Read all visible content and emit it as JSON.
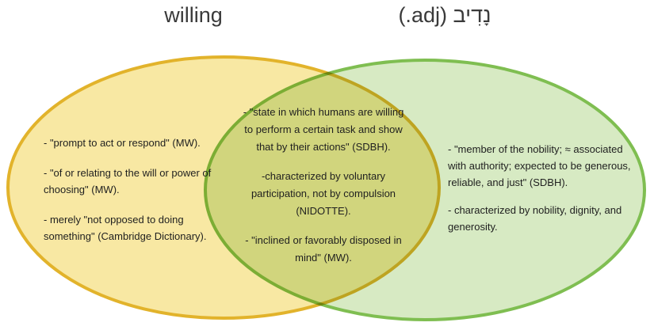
{
  "titles": {
    "left": "willing",
    "right": "נָדִיב (adj.)"
  },
  "left_circle": {
    "items": [
      "- \"prompt to act or respond\" (MW).",
      "- \"of or relating to the will or power of choosing\" (MW).",
      "- merely \"not opposed to doing something\" (Cambridge Dictionary)."
    ]
  },
  "overlap": {
    "items": [
      "- \"state in which humans are willing to perform a certain task and show that by their actions\" (SDBH).",
      "-characterized by voluntary participation, not by compulsion (NIDOTTE).",
      "- \"inclined or favorably disposed in mind\" (MW)."
    ]
  },
  "right_circle": {
    "items": [
      "- \"member of the nobility; ≈ associated with authority; expected to be generous, reliable, and just\" (SDBH).",
      "- characterized by nobility, dignity, and generosity."
    ]
  },
  "colors": {
    "left_fill": "#F8E8A3",
    "left_stroke": "#E2B32B",
    "right_fill": "#D7EAC3",
    "right_stroke": "#7FBE51",
    "overlap_fill": "#CFD382",
    "text": "#1F1F1F",
    "title_text": "#3A3A3A"
  }
}
